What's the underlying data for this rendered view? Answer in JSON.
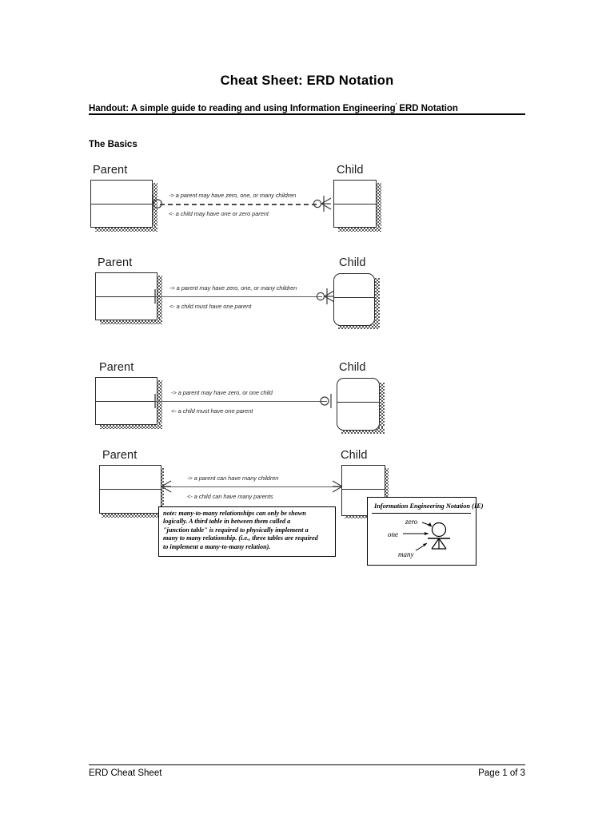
{
  "document": {
    "title": "Cheat Sheet: ERD Notation",
    "handout_prefix": "Handout: A simple guide to reading and using Information Engineering",
    "handout_mark": "'",
    "handout_suffix": " ERD Notation",
    "section_title": "The Basics"
  },
  "diagrams": [
    {
      "id": "zero-one-to-zero-one-or-many",
      "parent_label": "Parent",
      "child_label": "Child",
      "top_label": "-> a parent may have zero, one, or many children",
      "bottom_label": "<- a child may have one or zero parent",
      "line_style": "dashed",
      "parent_cardinality": "zero-or-one",
      "child_cardinality": "zero-one-or-many",
      "child_shape": "square"
    },
    {
      "id": "one-to-many-mandatory",
      "parent_label": "Parent",
      "child_label": "Child",
      "top_label": "-> a parent may have zero, one, or many children",
      "bottom_label": "<- a child must have one parent",
      "line_style": "solid",
      "parent_cardinality": "one",
      "child_cardinality": "zero-one-or-many",
      "child_shape": "rounded"
    },
    {
      "id": "one-to-zero-or-one",
      "parent_label": "Parent",
      "child_label": "Child",
      "top_label": "-> a parent may have zero, or one child",
      "bottom_label": "<- a child must have one parent",
      "line_style": "solid",
      "parent_cardinality": "one",
      "child_cardinality": "zero-or-one",
      "child_shape": "rounded"
    },
    {
      "id": "many-to-many",
      "parent_label": "Parent",
      "child_label": "Child",
      "top_label": "-> a parent can have many children",
      "bottom_label": "<- a child can have many parents",
      "line_style": "solid",
      "parent_cardinality": "many",
      "child_cardinality": "many",
      "child_shape": "square"
    }
  ],
  "note": {
    "lines": [
      "note: many-to-many relationships can only be shown",
      "logically.  A third table in between them called a",
      "\"junction table\" is required to physically implement a",
      "many to many relationship. (i.e., three tables are required",
      "to implement a many-to-many relation)."
    ]
  },
  "legend": {
    "title": "Information Engineering Notation (IE)",
    "zero_label": "zero",
    "one_label": "one",
    "many_label": "many"
  },
  "footer": {
    "left": "ERD Cheat Sheet",
    "right": "Page 1 of 3"
  },
  "colors": {
    "ink": "#000000",
    "line": "#5a5a5a",
    "shadow": "#555555",
    "paper": "#ffffff"
  }
}
